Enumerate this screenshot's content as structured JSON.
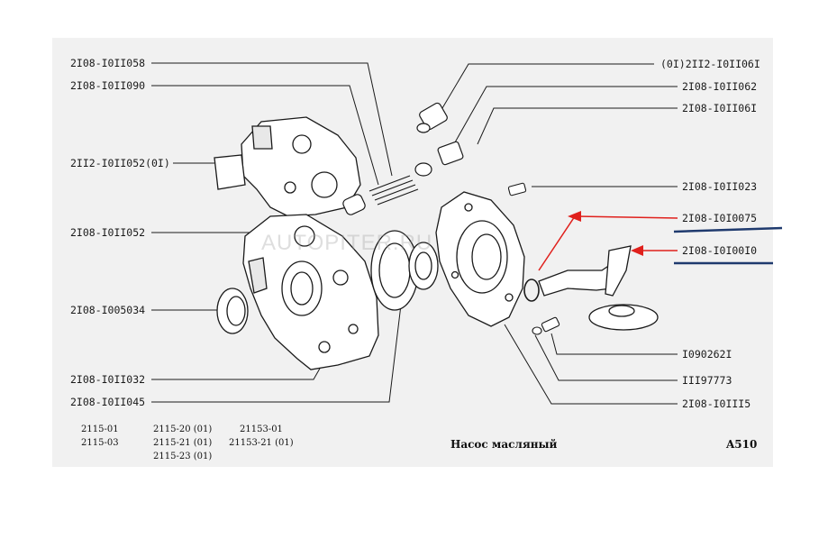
{
  "labels_left": [
    "2I08-I0II058",
    "2I08-I0II090",
    "2II2-I0II052(0I)",
    "2I08-I0II052",
    "2I08-I005034",
    "2I08-I0II032",
    "2I08-I0II045"
  ],
  "labels_right": [
    "(0I)2II2-I0II06I",
    "2I08-I0II062",
    "2I08-I0II06I",
    "2I08-I0II023",
    "2I08-I0I0075",
    "2I08-I0I00I0",
    "I090262I",
    "III97773",
    "2I08-I0III5"
  ],
  "footer": {
    "col1": [
      "2115-01",
      "2115-03"
    ],
    "col2": [
      "2115-20 (01)",
      "2115-21 (01)",
      "2115-23 (01)"
    ],
    "col3": [
      "21153-01",
      "21153-21 (01)"
    ],
    "title": "Насос масляный",
    "code": "A510"
  },
  "watermark": "AUTOPITER.RU",
  "colors": {
    "annotation_arrow": "#e0201c",
    "annotation_underline": "#1f3a6e",
    "ink": "#1a1a1a"
  }
}
